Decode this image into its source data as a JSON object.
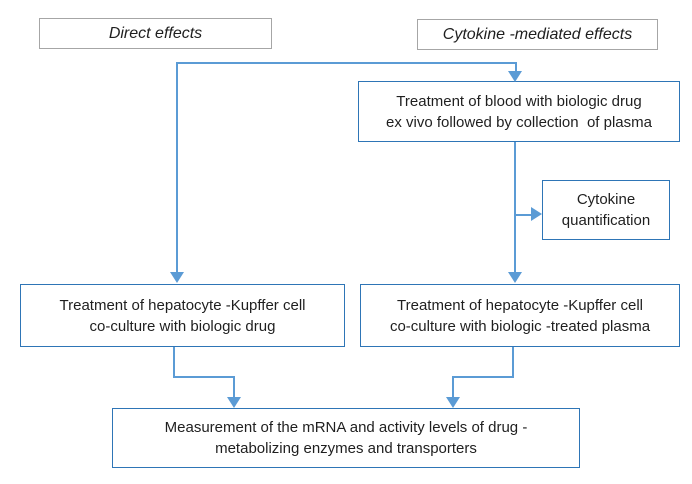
{
  "colors": {
    "connector": "#5B9BD5",
    "box_border": "#2E75B6",
    "header_border": "#A6A6A6",
    "text": "#1F1F1F",
    "background": "#FFFFFF"
  },
  "headers": {
    "direct": {
      "label": "Direct effects"
    },
    "cytokine": {
      "label": "Cytokine -mediated effects"
    }
  },
  "boxes": {
    "blood_treatment": {
      "lines": [
        "Treatment of blood with biologic drug",
        "ex vivo followed by collection  of plasma"
      ]
    },
    "cytokine_quantification": {
      "lines": [
        "Cytokine",
        "quantification"
      ]
    },
    "hepatocyte_drug": {
      "lines": [
        "Treatment of hepatocyte -Kupffer cell",
        "co-culture with biologic drug"
      ]
    },
    "hepatocyte_plasma": {
      "lines": [
        "Treatment of hepatocyte -Kupffer cell",
        "co-culture with biologic -treated plasma"
      ]
    },
    "measurement": {
      "lines": [
        "Measurement of the mRNA and activity levels of drug -",
        "metabolizing enzymes and transporters"
      ]
    }
  }
}
